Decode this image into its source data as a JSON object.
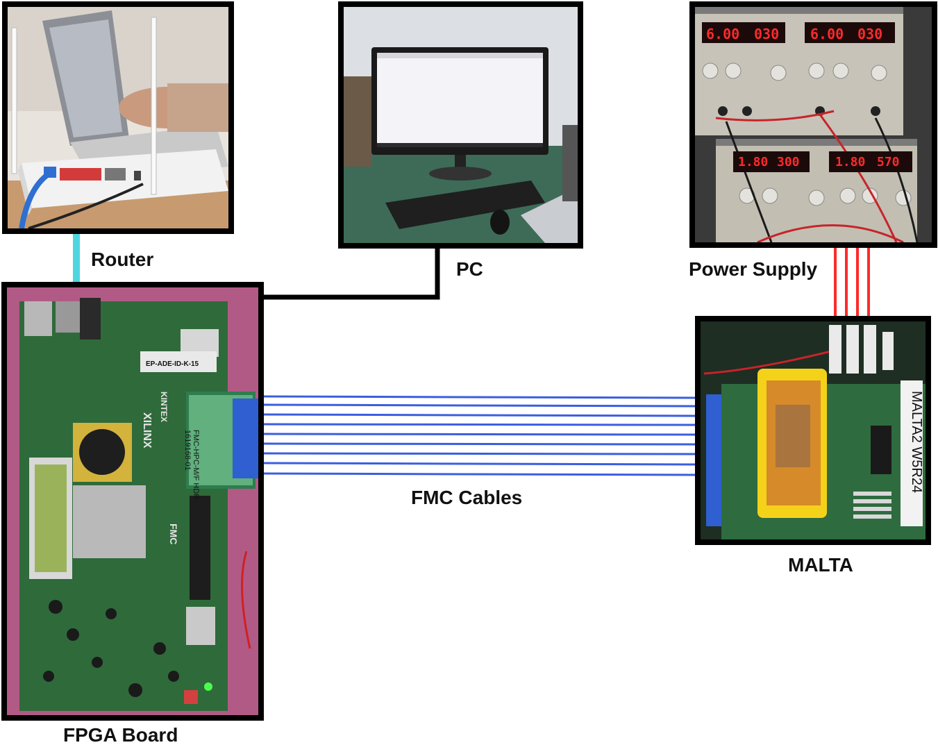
{
  "labels": {
    "router": "Router",
    "pc": "PC",
    "power_supply": "Power Supply",
    "fpga": "FPGA Board",
    "malta": "MALTA",
    "fmc": "FMC Cables"
  },
  "photo_text": {
    "psu_top_left_v": "6.00",
    "psu_top_left_a": "030",
    "psu_top_right_v": "6.00",
    "psu_top_right_a": "030",
    "psu_bottom_left_v": "1.80",
    "psu_bottom_left_a": "300",
    "psu_bottom_right_v": "1.80",
    "psu_bottom_right_a": "570",
    "fpga_sticker": "EP-ADE-ID-K-15",
    "fpga_brand": "XILINX",
    "fpga_family": "KINTEX",
    "fpga_fmc_label": "FMC-HPC-M/F HDR-1619168-01",
    "fpga_fmc_logo": "FMC",
    "malta_chip_label": "MALTA2 W5R24"
  },
  "colors": {
    "ethernet": "#4dd6e0",
    "pc_link": "#000000",
    "power": "#ff2a2a",
    "fmc": "#3b5ee0",
    "frame": "#000000"
  },
  "connections": [
    {
      "from": "router",
      "to": "fpga",
      "kind": "ethernet"
    },
    {
      "from": "pc",
      "to": "fpga",
      "kind": "pc_link"
    },
    {
      "from": "power_supply",
      "to": "malta",
      "kind": "power"
    },
    {
      "from": "fpga",
      "to": "malta",
      "kind": "fmc"
    }
  ]
}
